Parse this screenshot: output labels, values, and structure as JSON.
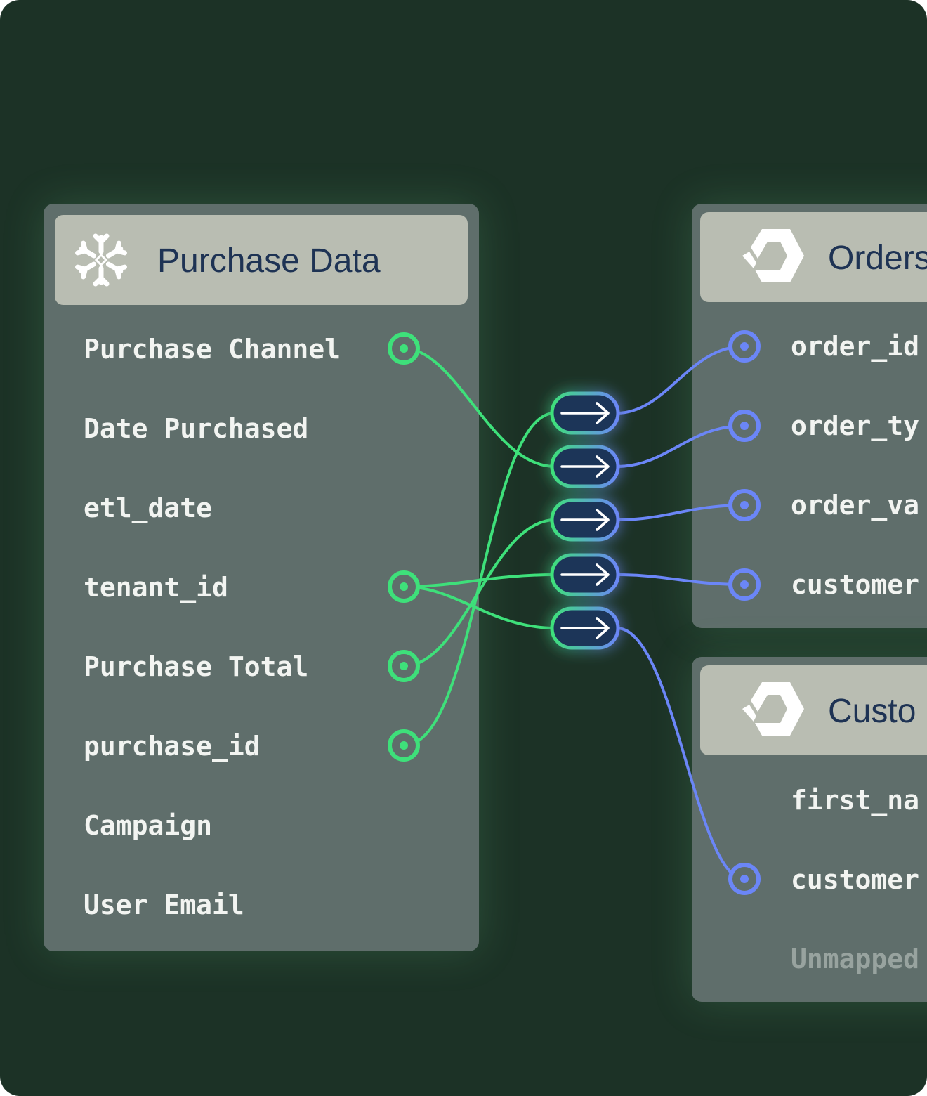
{
  "source_table": {
    "title": "Purchase Data",
    "icon": "snowflake-icon",
    "fields": [
      "Purchase Channel",
      "Date Purchased",
      "etl_date",
      "tenant_id",
      "Purchase Total",
      "purchase_id",
      "Campaign",
      "User Email"
    ]
  },
  "orders_table": {
    "title": "Orders",
    "icon": "hexagon-logo-icon",
    "fields": [
      "order_id",
      "order_ty",
      "order_va",
      "customer"
    ]
  },
  "customers_table": {
    "title": "Custo",
    "icon": "hexagon-logo-icon",
    "fields": [
      "first_na",
      "customer",
      "Unmapped"
    ]
  },
  "colors": {
    "background": "#1c3226",
    "card": "#5f6e6b",
    "header": "#b9bdb2",
    "source_connector": "#3ee07a",
    "destination_connector": "#6b86f7",
    "mapping_pill": "#1f3658"
  }
}
